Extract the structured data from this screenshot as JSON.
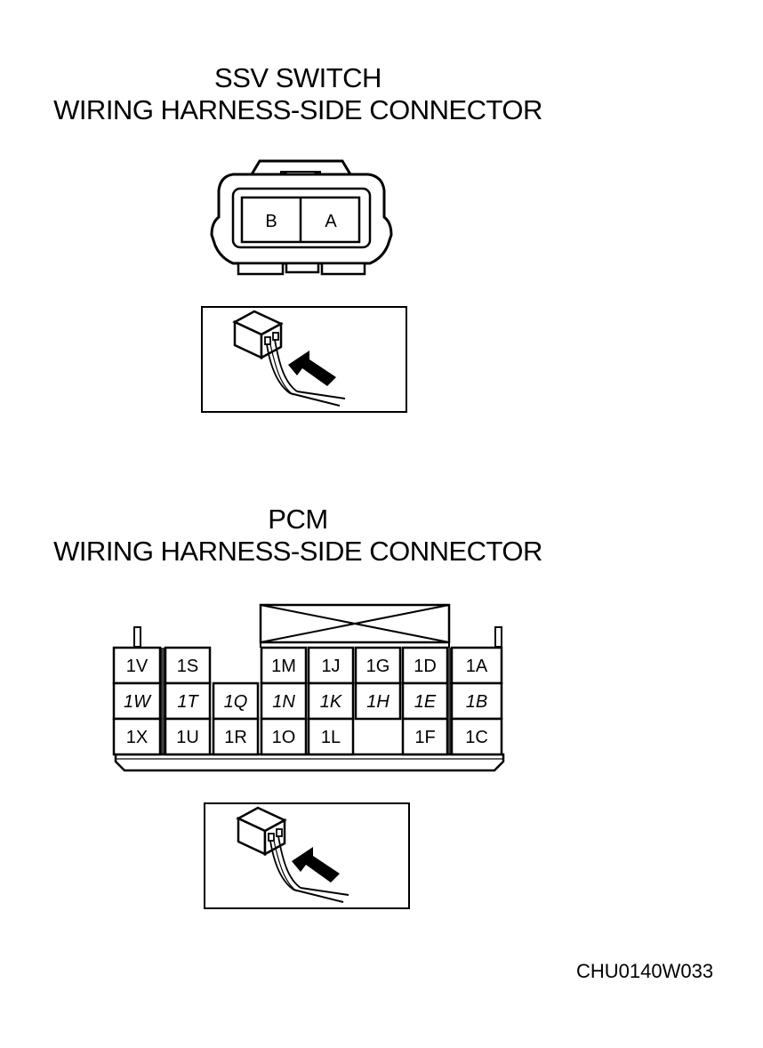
{
  "ssv_switch": {
    "title_line1": "SSV SWITCH",
    "title_line2": "WIRING HARNESS-SIDE CONNECTOR",
    "pins": [
      "B",
      "A"
    ]
  },
  "pcm": {
    "title_line1": "PCM",
    "title_line2": "WIRING HARNESS-SIDE CONNECTOR",
    "pins": {
      "top": [
        "1V",
        "1S",
        "",
        "1M",
        "1J",
        "1G",
        "1D",
        "1A"
      ],
      "middle": [
        "1W",
        "1T",
        "1Q",
        "1N",
        "1K",
        "1H",
        "1E",
        "1B"
      ],
      "bottom": [
        "1X",
        "1U",
        "1R",
        "1O",
        "1L",
        "",
        "1F",
        "1C"
      ]
    }
  },
  "drawing_code": "CHU0140W033",
  "icons": {
    "ssv_probe_inset": "connector-probe-icon",
    "pcm_probe_inset": "connector-probe-icon"
  }
}
